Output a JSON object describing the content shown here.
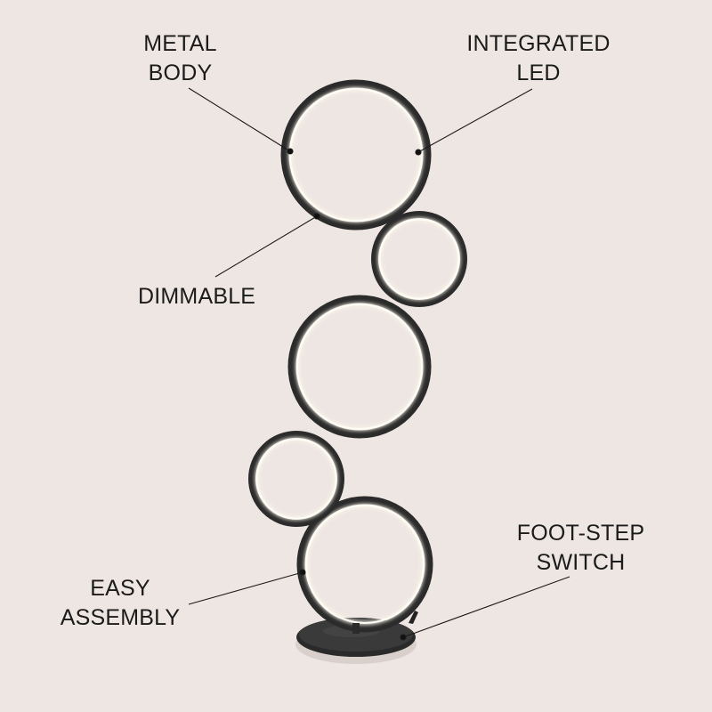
{
  "labels": {
    "metal_body": {
      "line1": "METAL",
      "line2": "BODY"
    },
    "integrated_led": {
      "line1": "INTEGRATED",
      "line2": "LED"
    },
    "dimmable": {
      "line1": "DIMMABLE"
    },
    "foot_step_switch": {
      "line1": "FOOT-STEP",
      "line2": "SWITCH"
    },
    "easy_assembly": {
      "line1": "EASY",
      "line2": "ASSEMBLY"
    }
  },
  "colors": {
    "background": "#eee6e2",
    "lamp_frame": "#2b2b2b",
    "led_glow": "#fbf6ea",
    "text": "#1b1b1b"
  }
}
